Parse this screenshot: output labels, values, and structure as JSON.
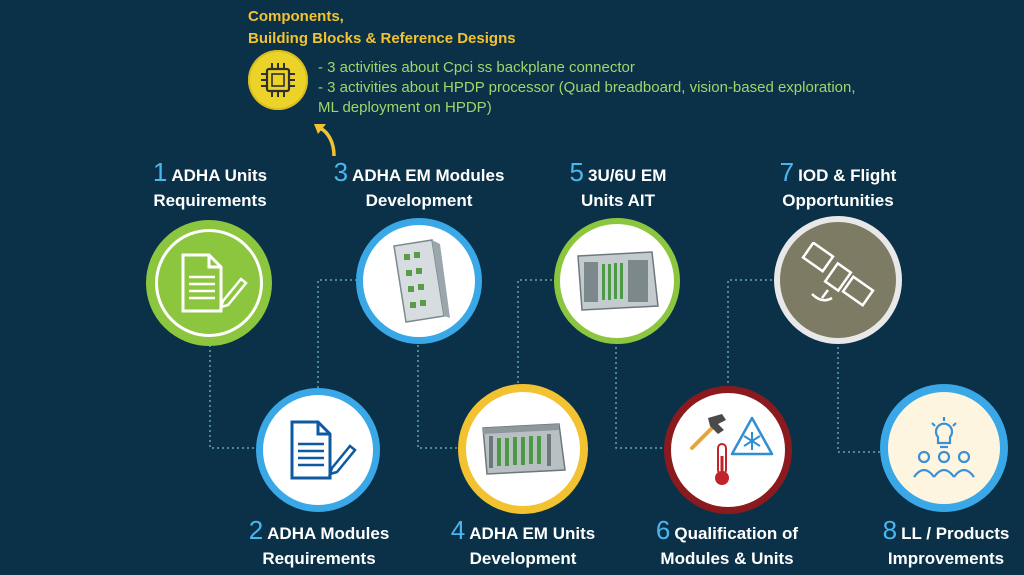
{
  "header": {
    "title_line1": "Components,",
    "title_line2": "Building Blocks & Reference Designs",
    "activities": [
      "- 3 activities about Cpci ss backplane connector",
      "- 3 activities about HPDP processor (Quad breadboard, vision-based exploration,",
      "ML deployment on HPDP)"
    ]
  },
  "steps": [
    {
      "num": "1",
      "line1": "ADHA Units",
      "line2": "Requirements",
      "ring_color": "#8cc63f",
      "icon": "document-pencil-icon"
    },
    {
      "num": "2",
      "line1": "ADHA Modules",
      "line2": "Requirements",
      "ring_color": "#3aa7e6",
      "icon": "document-pencil-icon"
    },
    {
      "num": "3",
      "line1": "ADHA EM Modules",
      "line2": "Development",
      "ring_color": "#3aa7e6",
      "icon": "circuit-board-icon"
    },
    {
      "num": "4",
      "line1": "ADHA EM Units",
      "line2": "Development",
      "ring_color": "#f2c230",
      "icon": "rack-unit-icon"
    },
    {
      "num": "5",
      "line1": "3U/6U EM",
      "line2": "Units AIT",
      "ring_color": "#8cc63f",
      "icon": "rack-unit-icon"
    },
    {
      "num": "6",
      "line1": "Qualification  of",
      "line2": "Modules & Units",
      "ring_color": "#8b1a1e",
      "icon": "hammer-thermometer-snowflake-icon"
    },
    {
      "num": "7",
      "line1": "IOD & Flight",
      "line2": "Opportunities",
      "ring_color": "#e8e8e8",
      "icon": "satellite-icon"
    },
    {
      "num": "8",
      "line1": "LL / Products",
      "line2": "Improvements",
      "ring_color": "#3aa7e6",
      "icon": "team-idea-icon"
    }
  ],
  "colors": {
    "background": "#0b3148",
    "header_text": "#f2c230",
    "activity_text": "#9fd66a",
    "step_number": "#4ab6f0",
    "connector": "#5fa8a0"
  }
}
